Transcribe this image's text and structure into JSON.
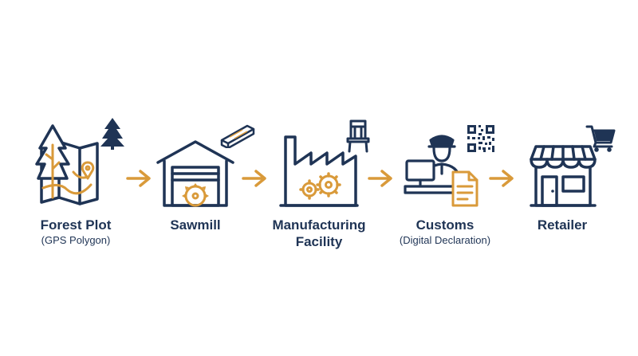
{
  "colors": {
    "navy": "#1f3455",
    "gold": "#d99a3a",
    "background": "#ffffff"
  },
  "steps": [
    {
      "label": "Forest Plot",
      "sublabel": "(GPS Polygon)",
      "icon": "forest-map-icon",
      "accent_icon": "pine-tree-icon"
    },
    {
      "label": "Sawmill",
      "sublabel": "",
      "icon": "sawmill-icon",
      "accent_icon": "lumber-plank-icon"
    },
    {
      "label": "Manufacturing",
      "label_line2": "Facility",
      "sublabel": "",
      "icon": "factory-icon",
      "accent_icon": "chair-icon"
    },
    {
      "label": "Customs",
      "sublabel": "(Digital Declaration)",
      "icon": "customs-officer-icon",
      "accent_icon": "qr-code-icon"
    },
    {
      "label": "Retailer",
      "sublabel": "",
      "icon": "storefront-icon",
      "accent_icon": "shopping-cart-icon"
    }
  ],
  "connectors": [
    "arrow-right-icon",
    "arrow-right-icon",
    "arrow-right-icon",
    "arrow-right-icon"
  ]
}
